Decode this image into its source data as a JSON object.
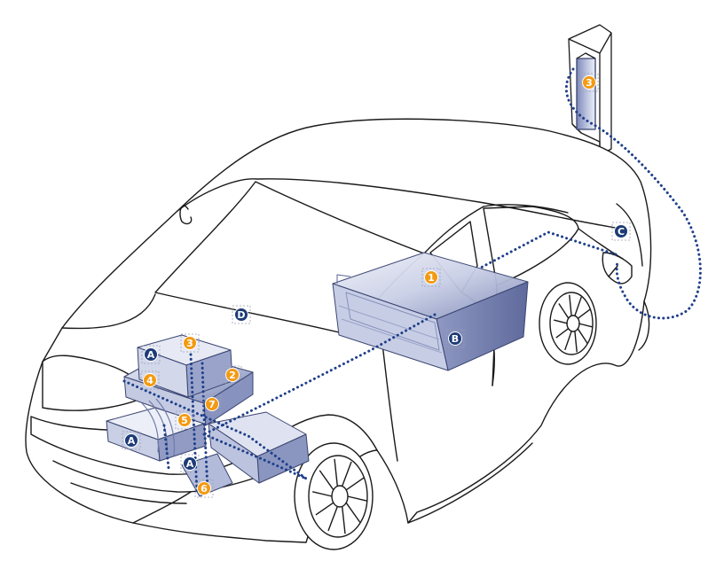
{
  "colors": {
    "outline": "#1a1a1a",
    "wire": "#1f3f8a",
    "marker_orange": "#f39a12",
    "marker_navy": "#1d3b77",
    "component_light": "#e6e9f4",
    "component_mid": "#a6b0d1",
    "component_dark": "#6f7bab"
  },
  "markers": [
    {
      "id": "m-1",
      "label": "1",
      "kind": "orange"
    },
    {
      "id": "m-2",
      "label": "2",
      "kind": "orange"
    },
    {
      "id": "m-3-engine",
      "label": "3",
      "kind": "orange"
    },
    {
      "id": "m-3-charger",
      "label": "3",
      "kind": "orange"
    },
    {
      "id": "m-4",
      "label": "4",
      "kind": "orange"
    },
    {
      "id": "m-5",
      "label": "5",
      "kind": "orange"
    },
    {
      "id": "m-6",
      "label": "6",
      "kind": "orange"
    },
    {
      "id": "m-7",
      "label": "7",
      "kind": "orange"
    },
    {
      "id": "m-a-top",
      "label": "A",
      "kind": "navy"
    },
    {
      "id": "m-a-left",
      "label": "A",
      "kind": "navy"
    },
    {
      "id": "m-a-bottom",
      "label": "A",
      "kind": "navy"
    },
    {
      "id": "m-b",
      "label": "B",
      "kind": "navy"
    },
    {
      "id": "m-c",
      "label": "C",
      "kind": "navy"
    },
    {
      "id": "m-d",
      "label": "D",
      "kind": "navy"
    }
  ]
}
